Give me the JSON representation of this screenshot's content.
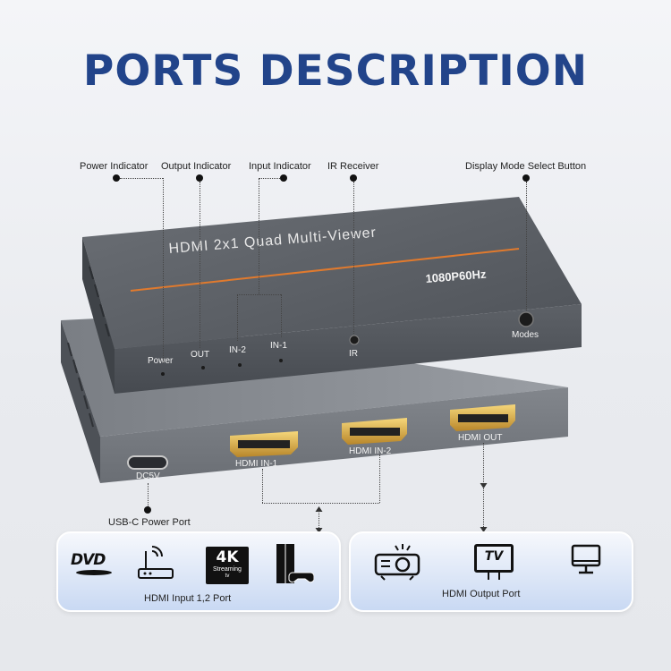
{
  "title": "PORTS DESCRIPTION",
  "callouts": {
    "power_indicator": "Power Indicator",
    "output_indicator": "Output Indicator",
    "input_indicator": "Input Indicator",
    "ir_receiver": "IR Receiver",
    "display_mode": "Display Mode  Select Button",
    "usbc_power": "USB-C Power Port"
  },
  "device": {
    "name": "HDMI 2x1 Quad Multi-Viewer",
    "resolution": "1080P60Hz",
    "front_labels": {
      "power": "Power",
      "out": "OUT",
      "in2": "IN-2",
      "in1": "IN-1",
      "ir": "IR",
      "modes": "Modes"
    },
    "rear_labels": {
      "dc": "DC5V",
      "hdmi_in1": "HDMI IN-1",
      "hdmi_in2": "HDMI IN-2",
      "hdmi_out": "HDMI OUT"
    }
  },
  "input_box": {
    "label": "HDMI Input 1,2 Port",
    "dvd": "DVD",
    "k4": "4K",
    "streaming": "Streaming",
    "tv_small": "tv"
  },
  "output_box": {
    "label": "HDMI Output Port",
    "tv": "TV"
  },
  "colors": {
    "title": "#22448a",
    "device_body": "#5c6066",
    "accent_line": "#e07a2e",
    "box_gradient_end": "#c9d9f3"
  }
}
